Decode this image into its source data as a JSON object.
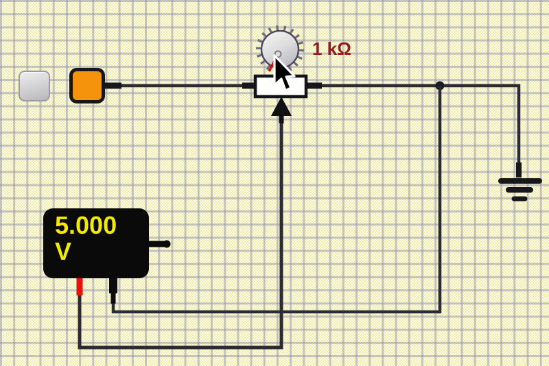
{
  "app": {
    "name": "circuit-simulator-workspace"
  },
  "potentiometer": {
    "label": "1 kΩ",
    "label_color": "#951c1c"
  },
  "voltmeter": {
    "reading": "5.000",
    "unit": "V",
    "text_color": "#f2ea00",
    "body_color": "#0a0a0a"
  },
  "components": {
    "gray_button": "gray push-button component",
    "orange_block": "orange component block",
    "ground": "ground symbol",
    "junction": "wire junction dot"
  },
  "colors": {
    "wire": "#2b2b35",
    "grid_background": "#f6f3d0",
    "grid_line": "#b6b6c4",
    "orange": "#f6930d",
    "probe_red": "#e8100c",
    "knob_indicator_red": "#dd0b0b"
  }
}
